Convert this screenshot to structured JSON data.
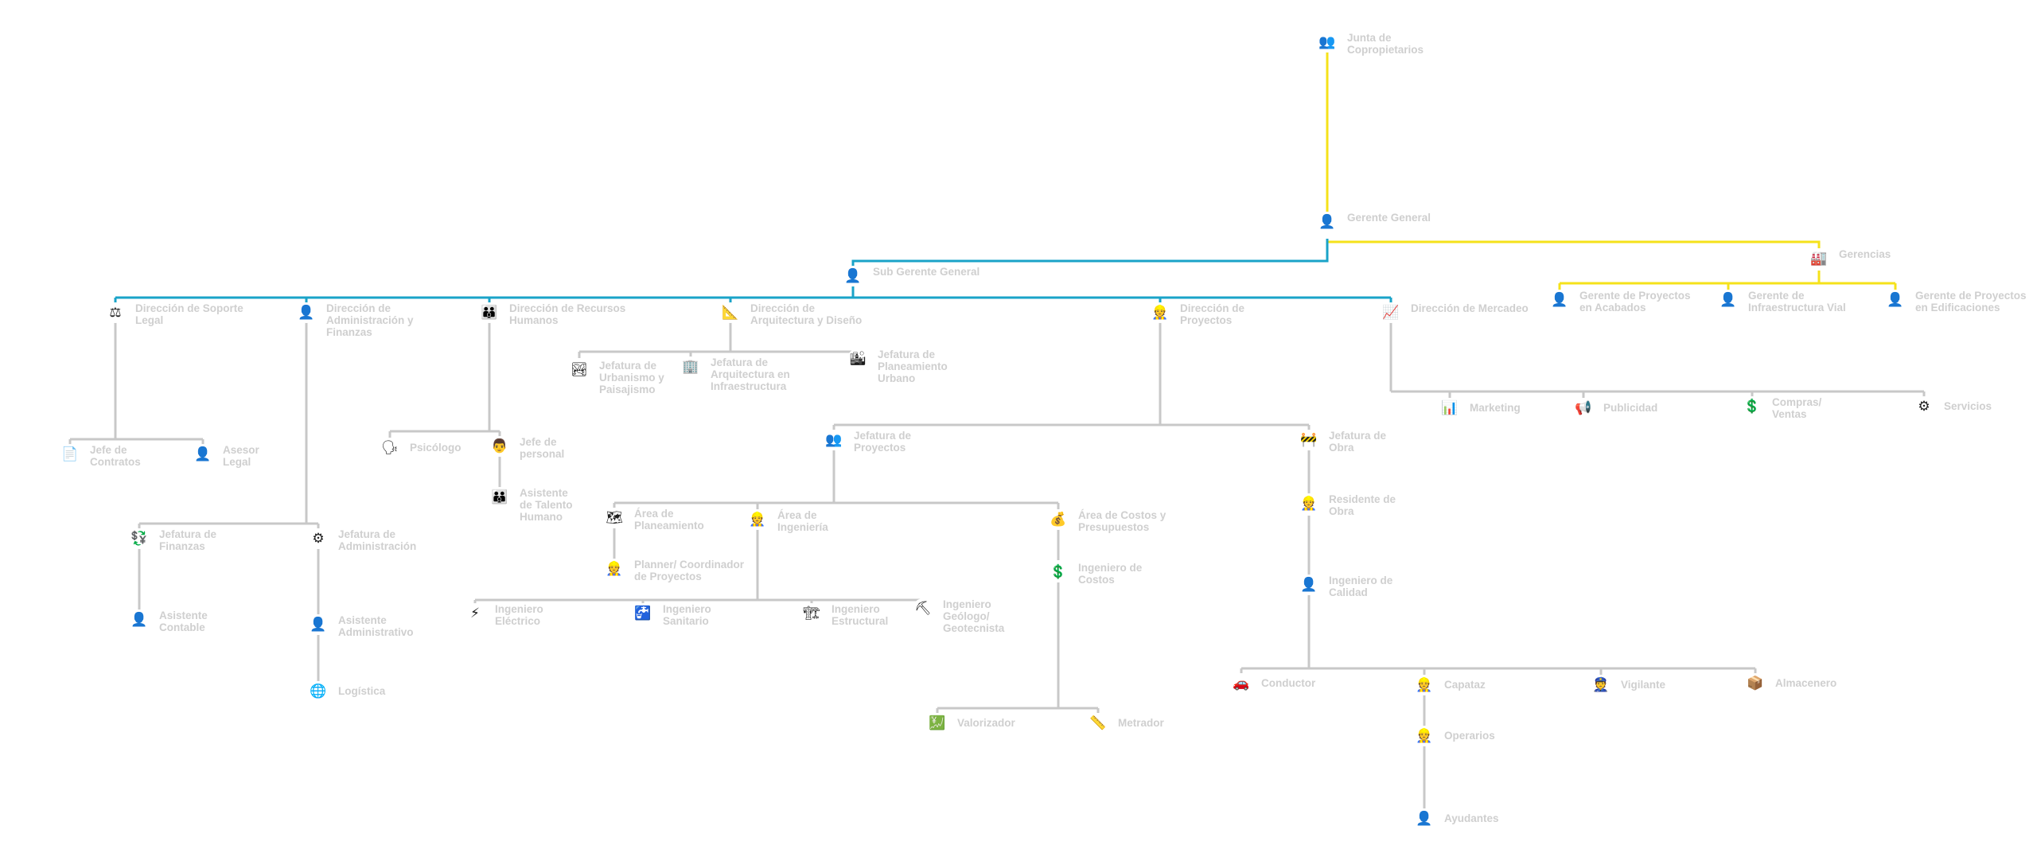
{
  "colors": {
    "executive": "#f5e21a",
    "administrative": "#1aa3c8",
    "operational": "#c8c8c8",
    "label": "#cfcfcf",
    "icon": "#1c1c1c"
  },
  "nodes": {
    "junta": {
      "label": "Junta de Copropietarios",
      "icon": "group-icon",
      "glyph": "👥"
    },
    "gerente_general": {
      "label": "Gerente General",
      "icon": "manager-icon",
      "glyph": "👤"
    },
    "sub_gerente": {
      "label": "Sub Gerente General",
      "icon": "manager-icon",
      "glyph": "👤"
    },
    "gerencias": {
      "label": "Gerencias",
      "icon": "factory-icon",
      "glyph": "🏭"
    },
    "gerente_proyectos_acabados": {
      "label": "Gerente de Proyectos en Acabados",
      "icon": "person-icon",
      "glyph": "👤"
    },
    "gerente_infraestructura_vial": {
      "label": "Gerente de Infraestructura Vial",
      "icon": "person-icon",
      "glyph": "👤"
    },
    "gerente_proyectos_edificaciones": {
      "label": "Gerente de Proyectos en Edificaciones",
      "icon": "person-icon",
      "glyph": "👤"
    },
    "dir_soporte_legal": {
      "label": "Dirección de Soporte Legal",
      "icon": "legal-icon",
      "glyph": "⚖"
    },
    "dir_admin_finanzas": {
      "label": "Dirección de Administración y Finanzas",
      "icon": "person-icon",
      "glyph": "👤"
    },
    "dir_rrhh": {
      "label": "Dirección de Recursos Humanos",
      "icon": "people-icon",
      "glyph": "👪"
    },
    "dir_arquitectura": {
      "label": "Dirección de Arquitectura y Diseño",
      "icon": "blueprint-icon",
      "glyph": "📐"
    },
    "dir_proyectos": {
      "label": "Dirección de Proyectos",
      "icon": "project-director-icon",
      "glyph": "👷"
    },
    "dir_mercadeo": {
      "label": "Dirección de Mercadeo",
      "icon": "chart-icon",
      "glyph": "📈"
    },
    "jefe_contratos": {
      "label": "Jefe de Contratos",
      "icon": "contract-icon",
      "glyph": "📄"
    },
    "asesor_legal": {
      "label": "Asesor Legal",
      "icon": "lawyer-icon",
      "glyph": "👤"
    },
    "jefatura_finanzas": {
      "label": "Jefatura de Finanzas",
      "icon": "finance-icon",
      "glyph": "💱"
    },
    "jefatura_administracion": {
      "label": "Jefatura de Administración",
      "icon": "admin-icon",
      "glyph": "⚙"
    },
    "asistente_contable": {
      "label": "Asistente Contable",
      "icon": "person-icon",
      "glyph": "👤"
    },
    "asistente_administrativo": {
      "label": "Asistente Administrativo",
      "icon": "person-icon",
      "glyph": "👤"
    },
    "logistica": {
      "label": "Logística",
      "icon": "globe-icon",
      "glyph": "🌐"
    },
    "psicologo": {
      "label": "Psicólogo",
      "icon": "psychologist-icon",
      "glyph": "🗣"
    },
    "jefe_personal": {
      "label": "Jefe de personal",
      "icon": "supervisor-icon",
      "glyph": "👨"
    },
    "asistente_rrhh": {
      "label": "Asistente de Talento Humano",
      "icon": "people-icon",
      "glyph": "👪"
    },
    "jefatura_urbanismo": {
      "label": "Jefatura de Urbanismo y Paisajismo",
      "icon": "landscape-icon",
      "glyph": "🏞"
    },
    "jefatura_arquitectura_infra": {
      "label": "Jefatura de Arquitectura en Infraestructura",
      "icon": "building-icon",
      "glyph": "🏢"
    },
    "jefatura_planeamiento": {
      "label": "Jefatura de Planeamiento Urbano",
      "icon": "city-icon",
      "glyph": "🏙"
    },
    "jefatura_proyectos": {
      "label": "Jefatura de Proyectos",
      "icon": "team-icon",
      "glyph": "👥"
    },
    "jefatura_obra": {
      "label": "Jefatura de Obra",
      "icon": "construction-icon",
      "glyph": "🚧"
    },
    "area_planeamiento": {
      "label": "Área de Planeamiento",
      "icon": "planning-icon",
      "glyph": "🗺"
    },
    "area_ingenieria": {
      "label": "Área de Ingeniería",
      "icon": "engineer-icon",
      "glyph": "👷"
    },
    "area_costos": {
      "label": "Área de Costos y Presupuestos",
      "icon": "cost-icon",
      "glyph": "💰"
    },
    "planner": {
      "label": "Planner/ Coordinador de Proyectos",
      "icon": "worker-icon",
      "glyph": "👷"
    },
    "ing_electrico": {
      "label": "Ingeniero Eléctrico",
      "icon": "electrician-icon",
      "glyph": "⚡"
    },
    "ing_sanitario": {
      "label": "Ingeniero Sanitario",
      "icon": "plumber-icon",
      "glyph": "🚰"
    },
    "ing_estructural": {
      "label": "Ingeniero Estructural",
      "icon": "structure-icon",
      "glyph": "🏗"
    },
    "ing_geologo": {
      "label": "Ingeniero Geólogo/ Geotecnista",
      "icon": "geologist-icon",
      "glyph": "⛏"
    },
    "ing_costos": {
      "label": "Ingeniero de Costos",
      "icon": "cost-engineer-icon",
      "glyph": "💲"
    },
    "valorizador": {
      "label": "Valorizador",
      "icon": "appraiser-icon",
      "glyph": "💹"
    },
    "metrador": {
      "label": "Metrador",
      "icon": "measure-icon",
      "glyph": "📏"
    },
    "residente_obra": {
      "label": "Residente de Obra",
      "icon": "worker-icon",
      "glyph": "👷"
    },
    "ing_calidad": {
      "label": "Ingeniero de Calidad",
      "icon": "person-icon",
      "glyph": "👤"
    },
    "conductor": {
      "label": "Conductor",
      "icon": "driver-icon",
      "glyph": "🚗"
    },
    "capataz": {
      "label": "Capataz",
      "icon": "foreman-icon",
      "glyph": "👷"
    },
    "vigilante": {
      "label": "Vigilante",
      "icon": "guard-icon",
      "glyph": "👮"
    },
    "almacenero": {
      "label": "Almacenero",
      "icon": "warehouse-icon",
      "glyph": "📦"
    },
    "operarios": {
      "label": "Operarios",
      "icon": "operator-icon",
      "glyph": "👷"
    },
    "ayudantes": {
      "label": "Ayudantes",
      "icon": "helper-icon",
      "glyph": "👤"
    },
    "marketing": {
      "label": "Marketing",
      "icon": "marketing-icon",
      "glyph": "📊"
    },
    "publicidad": {
      "label": "Publicidad",
      "icon": "publicity-icon",
      "glyph": "📢"
    },
    "compras_ventas": {
      "label": "Compras/ Ventas",
      "icon": "sales-icon",
      "glyph": "💲"
    },
    "servicios": {
      "label": "Servicios",
      "icon": "services-icon",
      "glyph": "⚙"
    }
  }
}
